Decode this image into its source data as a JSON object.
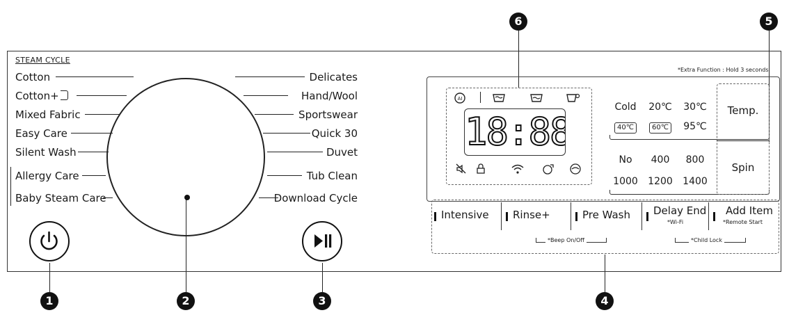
{
  "steam_cycle": "STEAM CYCLE",
  "cycles_left": [
    "Cotton",
    "Cotton+",
    "Mixed Fabric",
    "Easy Care",
    "Silent Wash",
    "Allergy Care",
    "Baby Steam Care"
  ],
  "cycles_right": [
    "Delicates",
    "Hand/Wool",
    "Sportswear",
    "Quick 30",
    "Duvet",
    "Tub Clean",
    "Download Cycle"
  ],
  "callouts": [
    "1",
    "2",
    "3",
    "4",
    "5",
    "6"
  ],
  "display": {
    "digits": "18:88",
    "extra_function_note": "*Extra Function : Hold 3 seconds",
    "temp_label": "Temp.",
    "spin_label": "Spin",
    "temp_options_row1": [
      "Cold",
      "20℃",
      "30℃"
    ],
    "temp_options_row2": [
      "40℃",
      "60℃",
      "95℃"
    ],
    "spin_options_row1": [
      "No",
      "400",
      "800"
    ],
    "spin_options_row2": [
      "1000",
      "1200",
      "1400"
    ]
  },
  "buttons": [
    {
      "label": "Intensive",
      "sub": ""
    },
    {
      "label": "Rinse+",
      "sub": ""
    },
    {
      "label": "Pre Wash",
      "sub": ""
    },
    {
      "label": "Delay End",
      "sub": "*Wi-Fi"
    },
    {
      "label": "Add Item",
      "sub": "*Remote Start"
    }
  ],
  "beep_note": "*Beep On/Off",
  "child_lock_note": "*Child Lock"
}
